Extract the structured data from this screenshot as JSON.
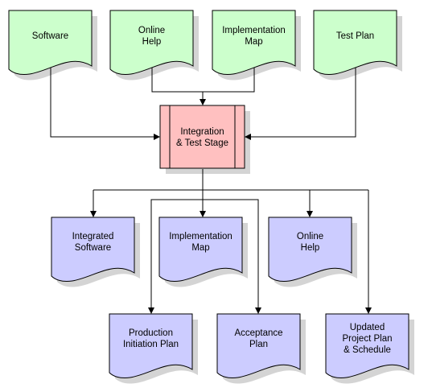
{
  "diagram": {
    "colors": {
      "input_fill": "#ccffcc",
      "output_fill": "#ccccff",
      "process_fill": "#ffc0c0",
      "shadow": "#d4d4d4",
      "stroke": "#000000"
    },
    "inputs": [
      {
        "id": "software",
        "lines": [
          "Software"
        ]
      },
      {
        "id": "online-help",
        "lines": [
          "Online",
          "Help"
        ]
      },
      {
        "id": "implementation-map",
        "lines": [
          "Implementation",
          "Map"
        ]
      },
      {
        "id": "test-plan",
        "lines": [
          "Test Plan"
        ]
      }
    ],
    "process": {
      "id": "integration-test-stage",
      "lines": [
        "Integration",
        "& Test Stage"
      ]
    },
    "outputs_row1": [
      {
        "id": "integrated-software",
        "lines": [
          "Integrated",
          "Software"
        ]
      },
      {
        "id": "implementation-map-out",
        "lines": [
          "Implementation",
          "Map"
        ]
      },
      {
        "id": "online-help-out",
        "lines": [
          "Online",
          "Help"
        ]
      }
    ],
    "outputs_row2": [
      {
        "id": "production-initiation-plan",
        "lines": [
          "Production",
          "Initiation Plan"
        ]
      },
      {
        "id": "acceptance-plan",
        "lines": [
          "Acceptance",
          "Plan"
        ]
      },
      {
        "id": "updated-project-plan",
        "lines": [
          "Updated",
          "Project Plan",
          "& Schedule"
        ]
      }
    ]
  }
}
